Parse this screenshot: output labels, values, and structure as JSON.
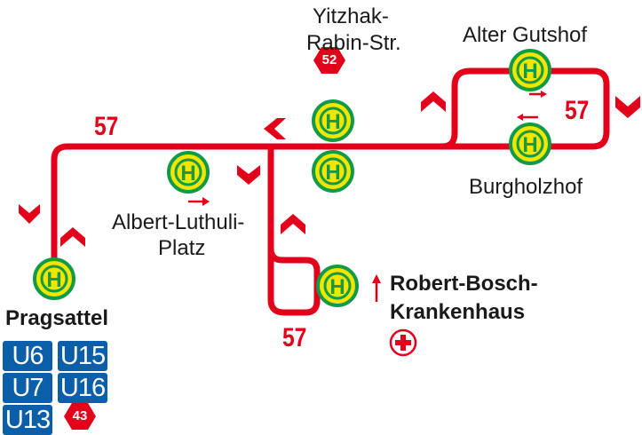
{
  "map": {
    "route_number": "57",
    "route_color": "#e2001a",
    "stop_symbol_color": "#f2e600",
    "stop_ring_color": "#119a48",
    "rail_badge_color": "#0b5ea8"
  },
  "stops": {
    "yitzhak_rabin_line1": "Yitzhak-",
    "yitzhak_rabin_line2": "Rabin-Str.",
    "alter_gutshof": "Alter Gutshof",
    "burgholzhof": "Burgholzhof",
    "albert_luthuli_line1": "Albert-Luthuli-",
    "albert_luthuli_line2": "Platz",
    "robert_bosch_line1": "Robert-Bosch-",
    "robert_bosch_line2": "Krankenhaus",
    "pragsattel": "Pragsattel"
  },
  "stop_symbol_letter": "H",
  "route_labels": [
    "57",
    "57",
    "57"
  ],
  "bus_transfers": {
    "yitzhak_rabin": "52",
    "pragsattel": "43"
  },
  "rail_transfers": [
    "U6",
    "U15",
    "U7",
    "U16",
    "U13"
  ],
  "icons": {
    "hospital": "hospital-cross-icon",
    "direction_arrow": "arrow-icon",
    "direction_chevron": "chevron-icon"
  }
}
